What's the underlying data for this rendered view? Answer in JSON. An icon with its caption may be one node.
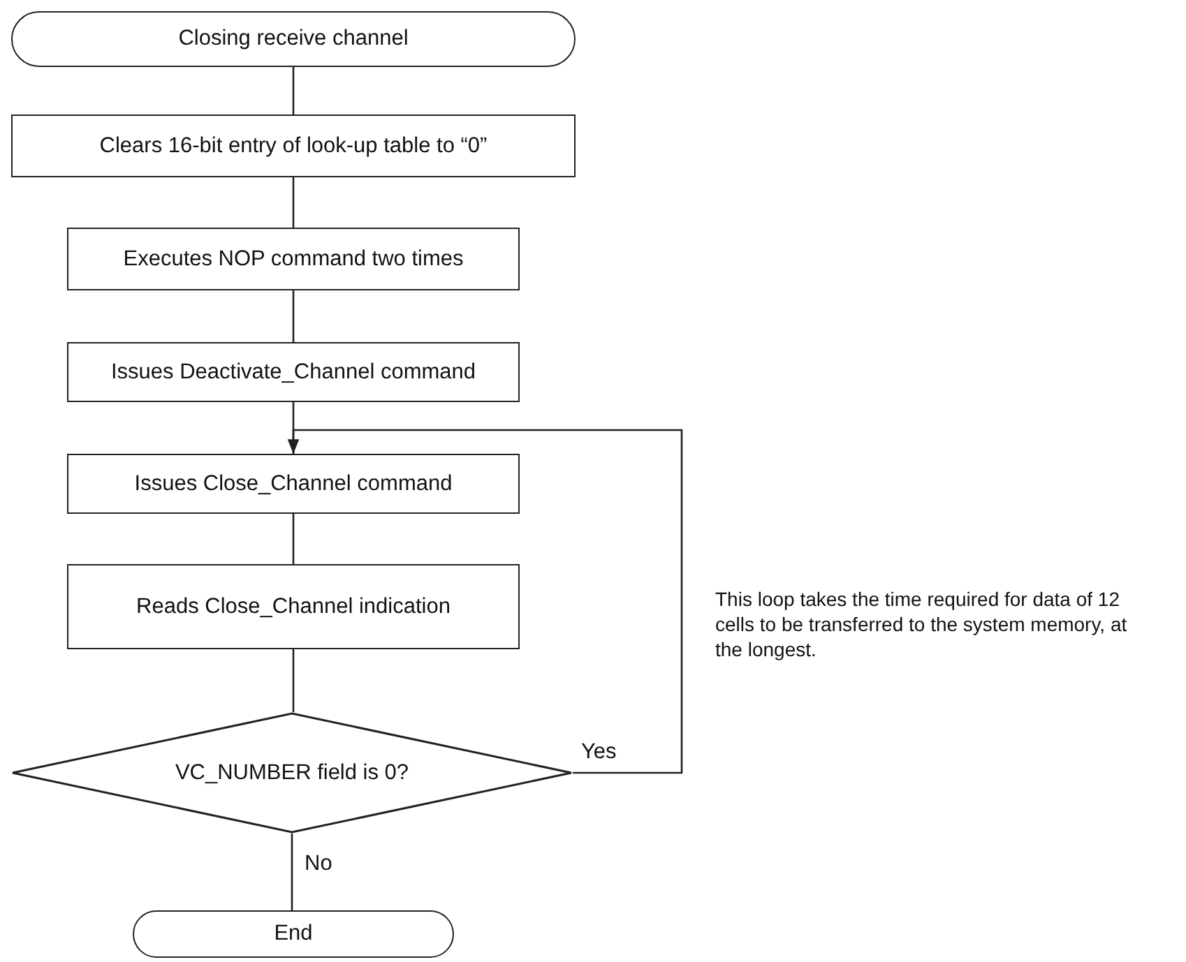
{
  "diagram": {
    "nodes": [
      {
        "text": [
          "Closing receive channel"
        ]
      },
      {
        "text": [
          "Clears 16-bit entry of look-up table to “0”"
        ]
      },
      {
        "text": [
          "Executes NOP command two times"
        ]
      },
      {
        "text": [
          "Issues Deactivate_Channel command"
        ]
      },
      {
        "text": [
          "Issues Close_Channel command"
        ]
      },
      {
        "text": [
          "Reads Close_Channel indication"
        ]
      },
      {
        "text": [
          "VC_NUMBER field is 0?"
        ]
      },
      {
        "text": [
          "End"
        ]
      }
    ],
    "edges": [
      {
        "from": 0,
        "to": 1,
        "arrow": "none"
      },
      {
        "from": 1,
        "to": 2,
        "arrow": "none"
      },
      {
        "from": 2,
        "to": 3,
        "arrow": "none"
      },
      {
        "from": 3,
        "to": 4,
        "arrow": "none"
      },
      {
        "from": 4,
        "to": 5,
        "arrow": "none"
      },
      {
        "from": 5,
        "to": 6,
        "arrow": "none"
      },
      {
        "from": 6,
        "to": 4,
        "arrow": "to",
        "label": "Yes"
      },
      {
        "from": 6,
        "to": 7,
        "arrow": "none",
        "label": "No"
      }
    ],
    "labels": [
      "This loop takes the time required for data of 12 cells to be transferred to the system memory, at the longest."
    ]
  }
}
